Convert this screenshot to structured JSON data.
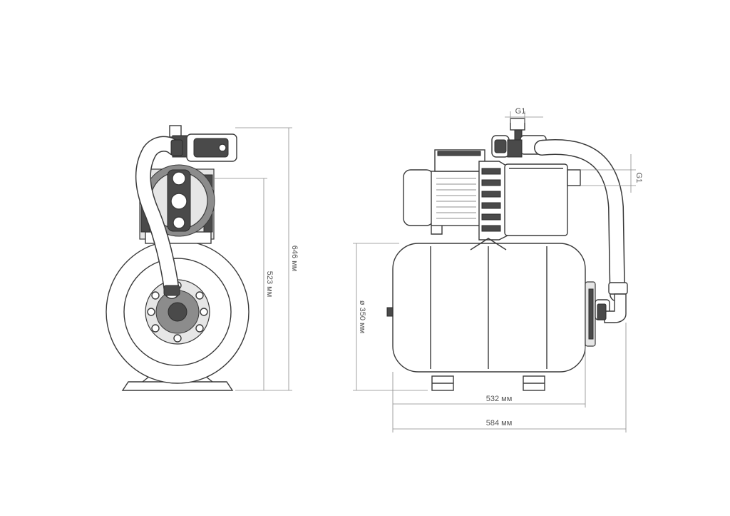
{
  "dimensions": {
    "height_total": "646 мм",
    "height_pump": "523 мм",
    "tank_diameter": "ø 350 мм",
    "tank_length": "532 мм",
    "total_length": "584 мм",
    "outlet_thread": "G1",
    "inlet_thread": "G1"
  },
  "colors": {
    "line": "#3a3a3a",
    "dimension": "#8a8a8a",
    "fill_dark": "#4a4a4a"
  }
}
